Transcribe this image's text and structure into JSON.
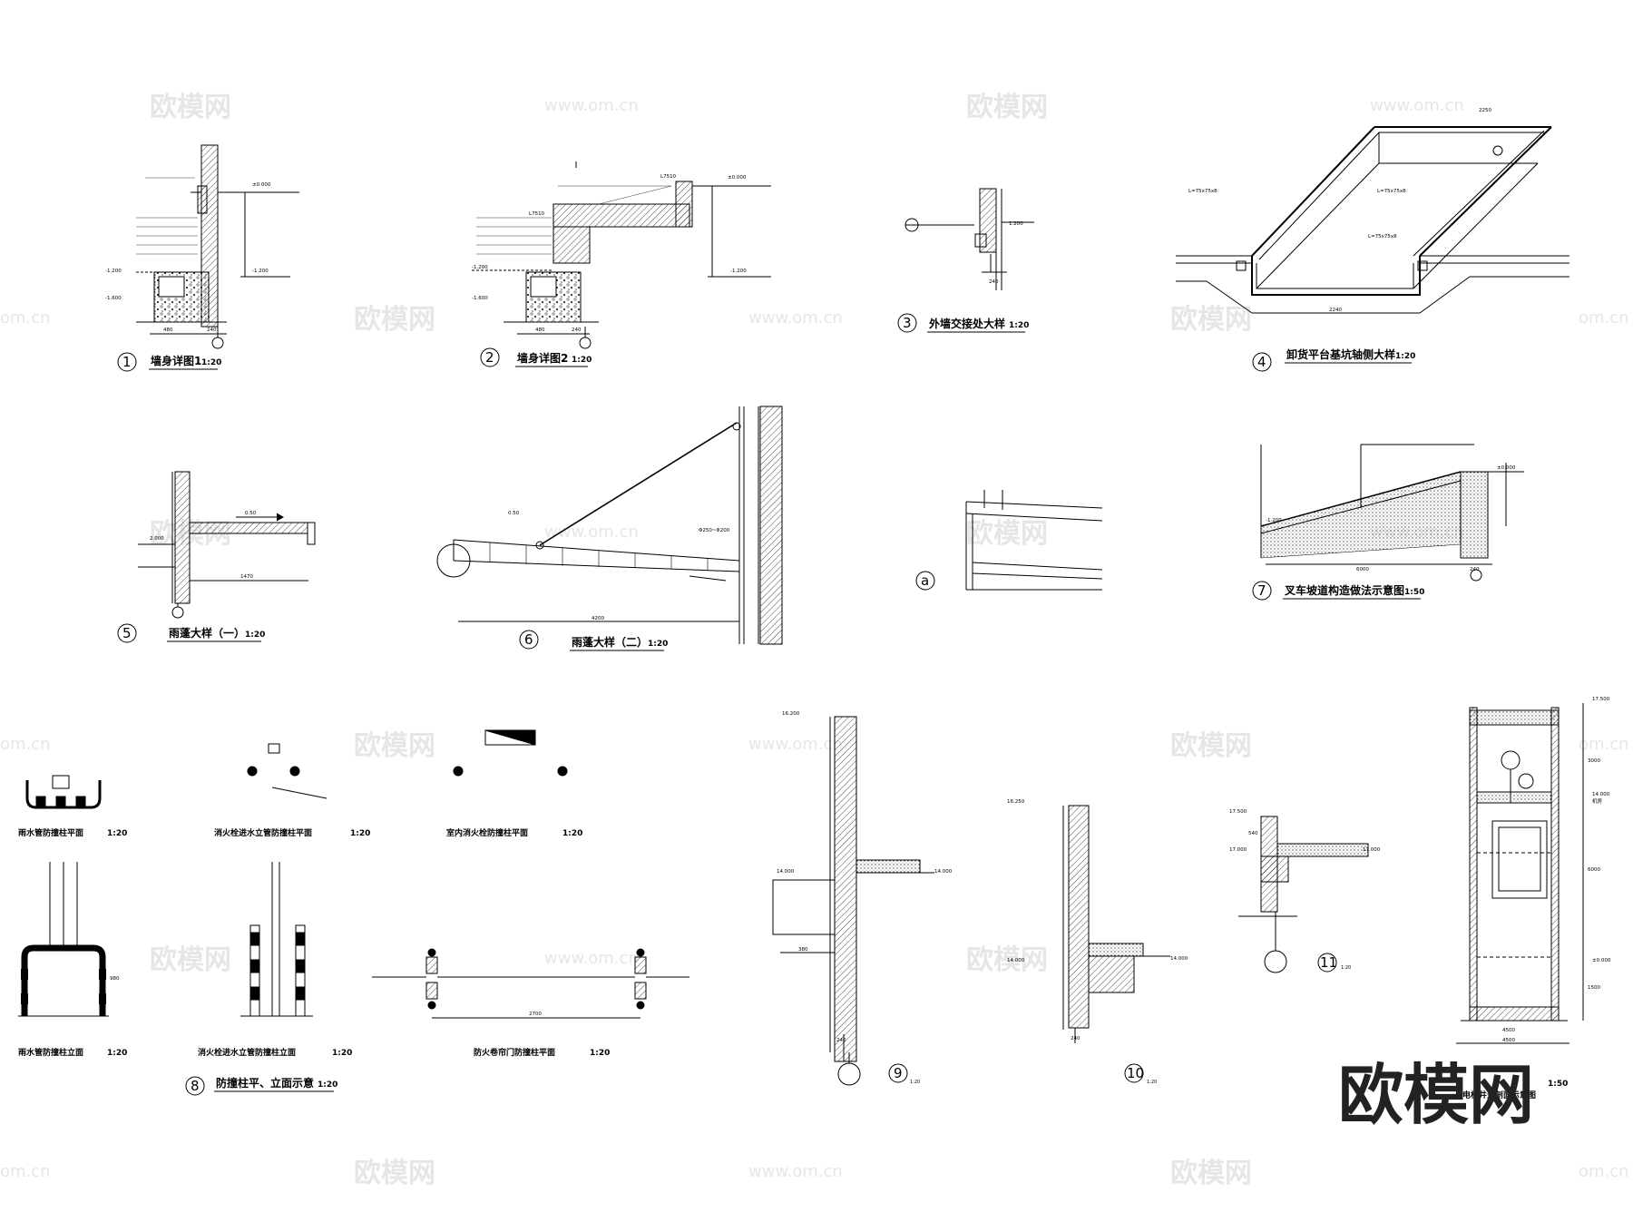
{
  "watermark": {
    "brand": "欧模网",
    "url": "www.om.cn",
    "url_edge": "om.cn"
  },
  "details": [
    {
      "id": "d1",
      "number": "1",
      "title": "墙身详图1",
      "scale": "1:20"
    },
    {
      "id": "d2",
      "number": "2",
      "title": "墙身详图2",
      "scale": "1:20"
    },
    {
      "id": "d3",
      "number": "3",
      "title": "外墙交接处大样",
      "scale": "1:20"
    },
    {
      "id": "d4",
      "number": "4",
      "title": "卸货平台基坑轴侧大样",
      "scale": "1:20"
    },
    {
      "id": "d5",
      "number": "5",
      "title": "雨蓬大样（一）",
      "scale": "1:20"
    },
    {
      "id": "d6",
      "number": "6",
      "title": "雨蓬大样（二）",
      "scale": "1:20"
    },
    {
      "id": "da",
      "number": "a",
      "title": "",
      "scale": ""
    },
    {
      "id": "d7",
      "number": "7",
      "title": "叉车坡道构造做法示意图",
      "scale": "1:50"
    },
    {
      "id": "d8",
      "number": "8",
      "title": "防撞柱平、立面示意",
      "scale": "1:20"
    },
    {
      "id": "d9",
      "number": "9",
      "title": "",
      "scale": "1:20"
    },
    {
      "id": "d10",
      "number": "10",
      "title": "",
      "scale": "1:20"
    },
    {
      "id": "d11",
      "number": "11",
      "title": "",
      "scale": "1:20"
    },
    {
      "id": "d12",
      "number": "",
      "title": "电梯井道剖面示意图",
      "scale": "1:50"
    }
  ],
  "subcaptions": {
    "rain_plan": {
      "title": "雨水管防撞柱平面",
      "scale": "1:20"
    },
    "hydrant_riser_plan": {
      "title": "消火栓进水立管防撞柱平面",
      "scale": "1:20"
    },
    "indoor_hydrant_plan": {
      "title": "室内消火栓防撞柱平面",
      "scale": "1:20"
    },
    "rain_elev": {
      "title": "雨水管防撞柱立面",
      "scale": "1:20"
    },
    "hydrant_riser_elev": {
      "title": "消火栓进水立管防撞柱立面",
      "scale": "1:20"
    },
    "shutter_plan": {
      "title": "防火卷帘门防撞柱平面",
      "scale": "1:20"
    }
  },
  "dims": {
    "d1_top": "±0.000",
    "d1_mid": "-1.200",
    "d1_bot": "-1.600",
    "d1_a": "480",
    "d1_b": "240",
    "d2_top": "±0.000",
    "d2_mid": "-1.200",
    "d2_bot": "-1.600",
    "d2_a": "480",
    "d2_b": "240",
    "d2_l1": "L7510",
    "d2_l2": "L7510",
    "d2_mid2": "-1.200",
    "d3_lvl": "1.200",
    "d3_w": "240",
    "d4_top": "2250",
    "d4_bot": "2240",
    "d4_steel1": "L=75x75x8",
    "d4_steel2": "L=75x75x8",
    "d4_steel3": "L=75x75x8",
    "d5_lvl": "2.000",
    "d5_len": "1470",
    "d5_slope": "0.50",
    "d6_len": "4200",
    "d6_slope": "0.50",
    "d6_rod": "Φ250~Φ200",
    "d7_top": "±0.000",
    "d7_low": "-1.200",
    "d7_len": "6000",
    "d7_w": "240",
    "d8_w": "2700",
    "d8_h": "980",
    "d9_top": "16.200",
    "d9_lvl": "14.000",
    "d9_lvl2": "14.000",
    "d9_w": "240",
    "d9_x": "380",
    "d10_top": "16.250",
    "d10_lvl": "14.000",
    "d10_lvl2": "14.000",
    "d10_w": "240",
    "d11_top": "17.500",
    "d11_lvl": "17.000",
    "d11_lvl2": "17.000",
    "d11_h": "540",
    "d12_top": "17.500",
    "d12_l1": "14.000",
    "d12_l2": "±0.000",
    "d12_w1": "4500",
    "d12_w2": "4500",
    "d12_h1": "3000",
    "d12_h2": "6000",
    "d12_h3": "1500",
    "d12_lbl": "机房"
  }
}
